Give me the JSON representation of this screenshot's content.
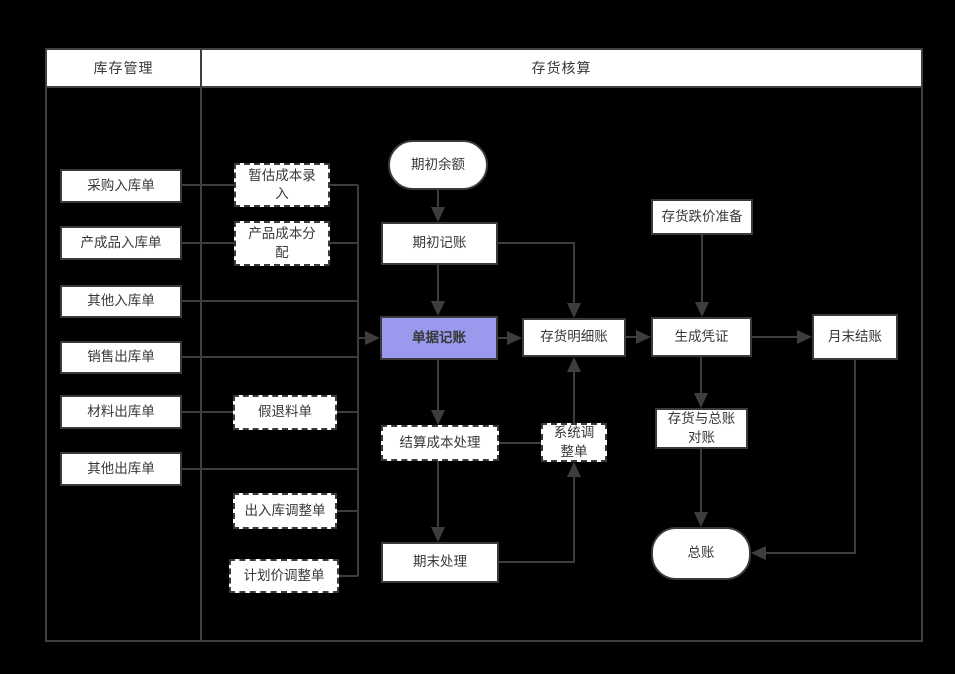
{
  "lanes": [
    {
      "label": "库存管理"
    },
    {
      "label": "存货核算"
    }
  ],
  "nodes": {
    "purchase_receipt": {
      "label": "采购入库单",
      "shape": "rect"
    },
    "finished_goods_receipt": {
      "label": "产成品入库单",
      "shape": "rect"
    },
    "other_receipt": {
      "label": "其他入库单",
      "shape": "rect"
    },
    "sales_issue": {
      "label": "销售出库单",
      "shape": "rect"
    },
    "material_issue": {
      "label": "材料出库单",
      "shape": "rect"
    },
    "other_issue": {
      "label": "其他出库单",
      "shape": "rect"
    },
    "estimated_cost_entry": {
      "label": "暂估成本录入",
      "shape": "dashed-rect"
    },
    "product_cost_allocation": {
      "label": "产品成本分配",
      "shape": "dashed-rect"
    },
    "pseudo_return": {
      "label": "假退料单",
      "shape": "dashed-rect"
    },
    "inout_adjustment": {
      "label": "出入库调整单",
      "shape": "dashed-rect"
    },
    "planned_price_adjustment": {
      "label": "计划价调整单",
      "shape": "dashed-rect"
    },
    "opening_balance": {
      "label": "期初余额",
      "shape": "stadium"
    },
    "opening_bookkeeping": {
      "label": "期初记账",
      "shape": "rect"
    },
    "document_bookkeeping": {
      "label": "单据记账",
      "shape": "rect-highlight"
    },
    "inventory_subledger": {
      "label": "存货明细账",
      "shape": "rect"
    },
    "cost_settlement": {
      "label": "结算成本处理",
      "shape": "dashed-rect"
    },
    "system_adjustment": {
      "label": "系统调整单",
      "shape": "dashed-rect"
    },
    "period_end_processing": {
      "label": "期末处理",
      "shape": "rect"
    },
    "inventory_devaluation": {
      "label": "存货跌价准备",
      "shape": "rect"
    },
    "generate_voucher": {
      "label": "生成凭证",
      "shape": "rect"
    },
    "month_end_closing": {
      "label": "月末结账",
      "shape": "rect"
    },
    "inventory_gl_reconciliation": {
      "label": "存货与总账对账",
      "shape": "rect"
    },
    "general_ledger": {
      "label": "总账",
      "shape": "stadium"
    }
  },
  "edges": [
    {
      "from": "purchase_receipt",
      "to": "estimated_cost_entry",
      "arrow": false
    },
    {
      "from": "finished_goods_receipt",
      "to": "product_cost_allocation",
      "arrow": false
    },
    {
      "from": "material_issue",
      "to": "pseudo_return",
      "arrow": false
    },
    {
      "from": "estimated_cost_entry",
      "to": "document_bookkeeping",
      "arrow": true
    },
    {
      "from": "product_cost_allocation",
      "to": "document_bookkeeping",
      "arrow": true
    },
    {
      "from": "other_receipt",
      "to": "document_bookkeeping",
      "arrow": true
    },
    {
      "from": "sales_issue",
      "to": "document_bookkeeping",
      "arrow": true
    },
    {
      "from": "pseudo_return",
      "to": "document_bookkeeping",
      "arrow": true
    },
    {
      "from": "other_issue",
      "to": "document_bookkeeping",
      "arrow": true
    },
    {
      "from": "inout_adjustment",
      "to": "document_bookkeeping",
      "arrow": true
    },
    {
      "from": "planned_price_adjustment",
      "to": "document_bookkeeping",
      "arrow": true
    },
    {
      "from": "opening_balance",
      "to": "opening_bookkeeping",
      "arrow": true
    },
    {
      "from": "opening_bookkeeping",
      "to": "document_bookkeeping",
      "arrow": true
    },
    {
      "from": "opening_bookkeeping",
      "to": "inventory_subledger",
      "arrow": true
    },
    {
      "from": "document_bookkeeping",
      "to": "inventory_subledger",
      "arrow": true
    },
    {
      "from": "document_bookkeeping",
      "to": "cost_settlement",
      "arrow": true
    },
    {
      "from": "cost_settlement",
      "to": "system_adjustment",
      "arrow": false
    },
    {
      "from": "cost_settlement",
      "to": "period_end_processing",
      "arrow": true
    },
    {
      "from": "period_end_processing",
      "to": "system_adjustment",
      "arrow": true
    },
    {
      "from": "system_adjustment",
      "to": "inventory_subledger",
      "arrow": true
    },
    {
      "from": "inventory_subledger",
      "to": "generate_voucher",
      "arrow": true
    },
    {
      "from": "inventory_devaluation",
      "to": "generate_voucher",
      "arrow": true
    },
    {
      "from": "generate_voucher",
      "to": "month_end_closing",
      "arrow": true
    },
    {
      "from": "generate_voucher",
      "to": "inventory_gl_reconciliation",
      "arrow": true
    },
    {
      "from": "inventory_gl_reconciliation",
      "to": "general_ledger",
      "arrow": true
    },
    {
      "from": "month_end_closing",
      "to": "general_ledger",
      "arrow": true
    }
  ],
  "colors": {
    "background": "#000000",
    "box_fill": "#ffffff",
    "box_border": "#3a3a3a",
    "line": "#3d3d3d",
    "text": "#383838",
    "accent": "#9999ee"
  }
}
